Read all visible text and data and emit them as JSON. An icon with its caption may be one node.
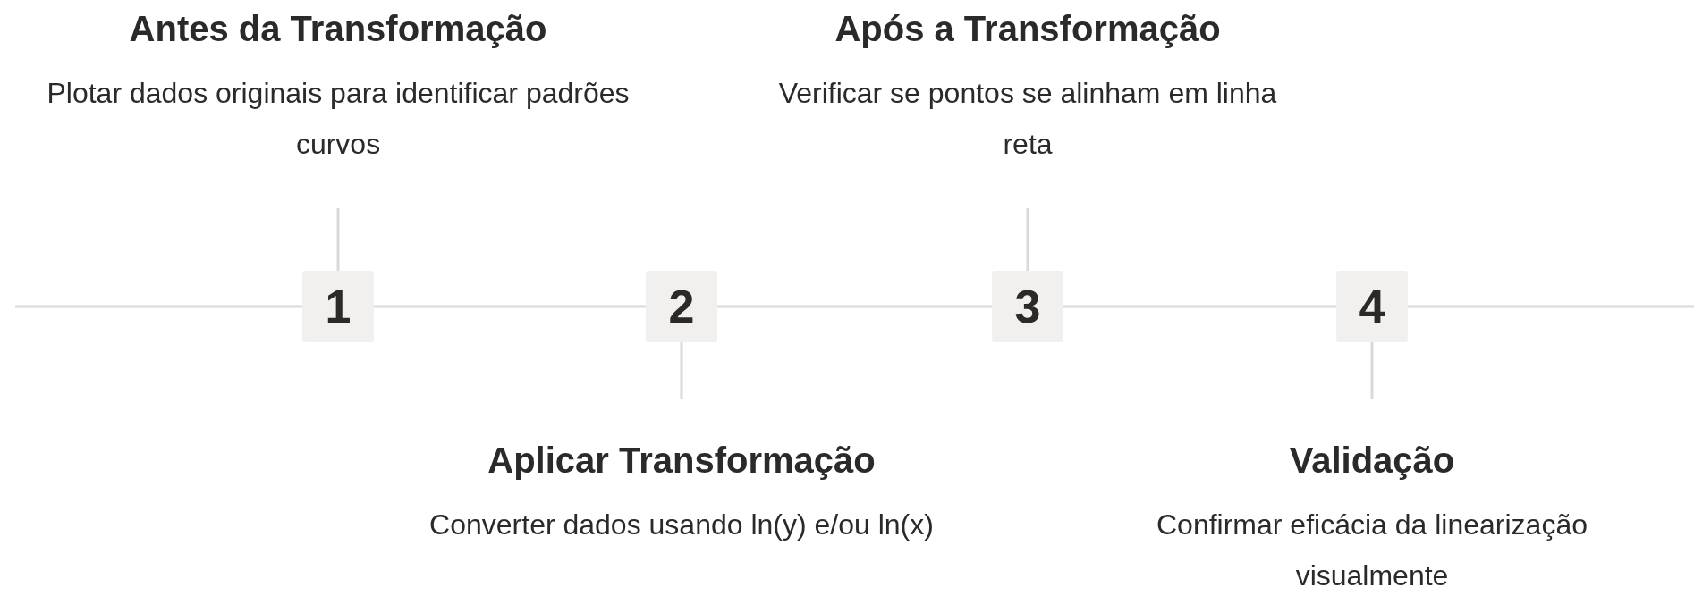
{
  "diagram": {
    "nodes": [
      {
        "text": [
          "1"
        ]
      },
      {
        "text": [
          "2"
        ]
      },
      {
        "text": [
          "3"
        ]
      },
      {
        "text": [
          "4"
        ]
      },
      {
        "text": [
          "Antes da Transformação",
          "Plotar dados originais para identificar padrões curvos"
        ]
      },
      {
        "text": [
          "Aplicar Transformação",
          "Converter dados usando ln(y) e/ou ln(x)"
        ]
      },
      {
        "text": [
          "Após a Transformação",
          "Verificar se pontos se alinham em linha reta"
        ]
      },
      {
        "text": [
          "Validação",
          "Confirmar eficácia da linearização visualmente"
        ]
      }
    ],
    "edges": [
      {
        "from": null,
        "to": 0,
        "arrow": "none"
      },
      {
        "from": 0,
        "to": 1,
        "arrow": "none"
      },
      {
        "from": 1,
        "to": 2,
        "arrow": "none"
      },
      {
        "from": 2,
        "to": 3,
        "arrow": "none"
      },
      {
        "from": 3,
        "to": null,
        "arrow": "none"
      },
      {
        "from": 0,
        "to": 4,
        "arrow": "none"
      },
      {
        "from": 1,
        "to": 5,
        "arrow": "none"
      },
      {
        "from": 2,
        "to": 6,
        "arrow": "none"
      },
      {
        "from": 3,
        "to": 7,
        "arrow": "none"
      }
    ]
  }
}
